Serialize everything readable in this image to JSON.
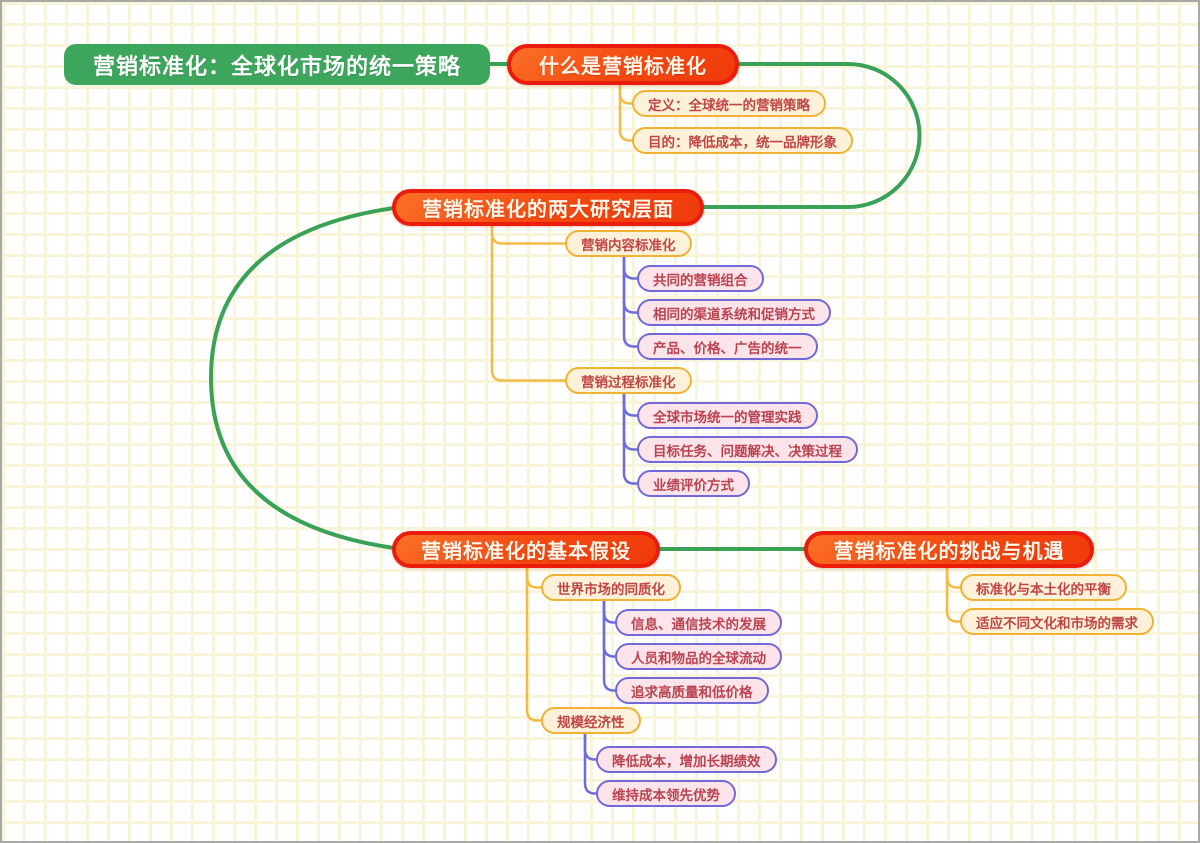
{
  "palette": {
    "root_green": "#3ca65c",
    "branch_border_red": "#ea1c0c",
    "branch_fill_orange": "#f4470f",
    "topic_border_yellow": "#f0b232",
    "topic_bg_cream": "#fdf2d9",
    "subtopic_border_blue": "#7169d8",
    "subtopic_bg_pink": "#fce4ea",
    "node_text_red": "#c14545",
    "connector_green": "#3aa257",
    "connector_yellow": "#f1bc45",
    "connector_blue": "#6e6cdb",
    "grid_line": "#f7f4da"
  },
  "mindmap": {
    "root": {
      "label": "营销标准化：全球化市场的统一策略"
    },
    "branches": [
      {
        "label": "什么是营销标准化",
        "children": [
          {
            "label": "定义：全球统一的营销策略"
          },
          {
            "label": "目的：降低成本，统一品牌形象"
          }
        ]
      },
      {
        "label": "营销标准化的两大研究层面",
        "children": [
          {
            "label": "营销内容标准化",
            "children": [
              {
                "label": "共同的营销组合"
              },
              {
                "label": "相同的渠道系统和促销方式"
              },
              {
                "label": "产品、价格、广告的统一"
              }
            ]
          },
          {
            "label": "营销过程标准化",
            "children": [
              {
                "label": "全球市场统一的管理实践"
              },
              {
                "label": "目标任务、问题解决、决策过程"
              },
              {
                "label": "业绩评价方式"
              }
            ]
          }
        ]
      },
      {
        "label": "营销标准化的基本假设",
        "children": [
          {
            "label": "世界市场的同质化",
            "children": [
              {
                "label": "信息、通信技术的发展"
              },
              {
                "label": "人员和物品的全球流动"
              },
              {
                "label": "追求高质量和低价格"
              }
            ]
          },
          {
            "label": "规模经济性",
            "children": [
              {
                "label": "降低成本，增加长期绩效"
              },
              {
                "label": "维持成本领先优势"
              }
            ]
          }
        ]
      },
      {
        "label": "营销标准化的挑战与机遇",
        "children": [
          {
            "label": "标准化与本土化的平衡"
          },
          {
            "label": "适应不同文化和市场的需求"
          }
        ]
      }
    ]
  }
}
